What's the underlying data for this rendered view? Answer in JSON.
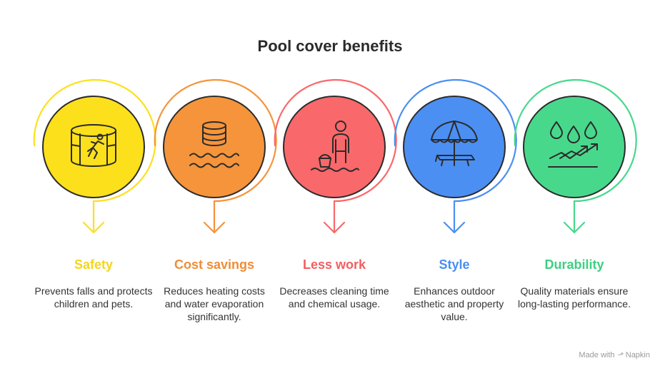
{
  "title": "Pool cover benefits",
  "colors": {
    "yellow": "#fce01c",
    "orange": "#f5943a",
    "red": "#f9686a",
    "blue": "#4b8ff3",
    "green": "#48d88c",
    "title_text": "#2b2b2b",
    "body_text": "#333333"
  },
  "steps": [
    {
      "label": "Safety",
      "description": "Prevents falls and protects children and pets.",
      "icon": "safety-fence-runner-icon",
      "color": "#fce01c",
      "label_color": "#f4d51b"
    },
    {
      "label": "Cost savings",
      "description": "Reduces heating costs and water evaporation significantly.",
      "icon": "coins-water-icon",
      "color": "#f5943a",
      "label_color": "#f08d36"
    },
    {
      "label": "Less work",
      "description": "Decreases cleaning time and chemical usage.",
      "icon": "person-bucket-water-icon",
      "color": "#f9686a",
      "label_color": "#f25e61"
    },
    {
      "label": "Style",
      "description": "Enhances outdoor aesthetic and property value.",
      "icon": "umbrella-lounger-icon",
      "color": "#4b8ff3",
      "label_color": "#4a8ef0"
    },
    {
      "label": "Durability",
      "description": "Quality materials ensure long-lasting performance.",
      "icon": "drops-trend-icon",
      "color": "#48d88c",
      "label_color": "#3dcf82"
    }
  ],
  "watermark": {
    "prefix": "Made with",
    "brand": "Napkin"
  }
}
